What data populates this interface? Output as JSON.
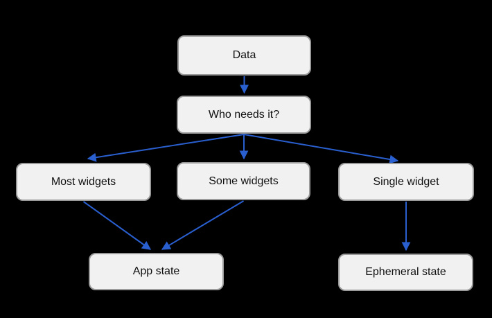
{
  "diagram": {
    "background_color": "#000000",
    "node_fill_color": "#f1f1f1",
    "node_border_color": "#9a9a9a",
    "node_text_color": "#111111",
    "arrow_color": "#2a5fd0",
    "nodes": [
      {
        "id": "data",
        "label": "Data"
      },
      {
        "id": "who-needs-it",
        "label": "Who needs it?"
      },
      {
        "id": "most-widgets",
        "label": "Most widgets"
      },
      {
        "id": "some-widgets",
        "label": "Some widgets"
      },
      {
        "id": "single-widget",
        "label": "Single widget"
      },
      {
        "id": "app-state",
        "label": "App state"
      },
      {
        "id": "ephemeral-state",
        "label": "Ephemeral state"
      }
    ],
    "edges": [
      {
        "from": "data",
        "to": "who-needs-it"
      },
      {
        "from": "who-needs-it",
        "to": "most-widgets"
      },
      {
        "from": "who-needs-it",
        "to": "some-widgets"
      },
      {
        "from": "who-needs-it",
        "to": "single-widget"
      },
      {
        "from": "most-widgets",
        "to": "app-state"
      },
      {
        "from": "some-widgets",
        "to": "app-state"
      },
      {
        "from": "single-widget",
        "to": "ephemeral-state"
      }
    ]
  }
}
